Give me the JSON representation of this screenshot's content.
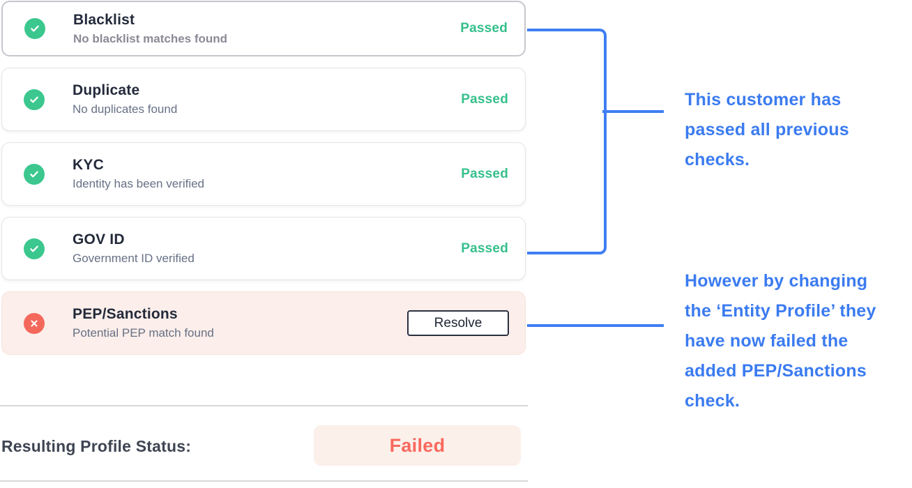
{
  "checks": [
    {
      "title": "Blacklist",
      "subtitle": "No blacklist matches found",
      "status": "Passed"
    },
    {
      "title": "Duplicate",
      "subtitle": "No duplicates found",
      "status": "Passed"
    },
    {
      "title": "KYC",
      "subtitle": "Identity has been verified",
      "status": "Passed"
    },
    {
      "title": "GOV ID",
      "subtitle": "Government ID verified",
      "status": "Passed"
    },
    {
      "title": "PEP/Sanctions",
      "subtitle": "Potential PEP match found",
      "status": "Failed",
      "action": "Resolve"
    }
  ],
  "annotations": {
    "passed_note": {
      "lines": [
        "This customer has",
        "passed all previous",
        "checks."
      ]
    },
    "failed_note": {
      "lines": [
        "However by changing",
        "the ‘Entity Profile’ they",
        "have now failed the",
        "added PEP/Sanctions",
        "check."
      ]
    }
  },
  "footer": {
    "label": "Resulting Profile Status:",
    "status": "Failed"
  },
  "colors": {
    "pass_green": "#3bc78e",
    "passed_text_green": "#35bf8b",
    "fail_red": "#f4685c",
    "failed_card_bg": "#fceeea",
    "failed_badge_bg": "#fcf0eb",
    "failed_badge_text": "#f8695d",
    "annotation_blue": "#3b7bf0",
    "connector_blue": "#3f7ef3"
  }
}
